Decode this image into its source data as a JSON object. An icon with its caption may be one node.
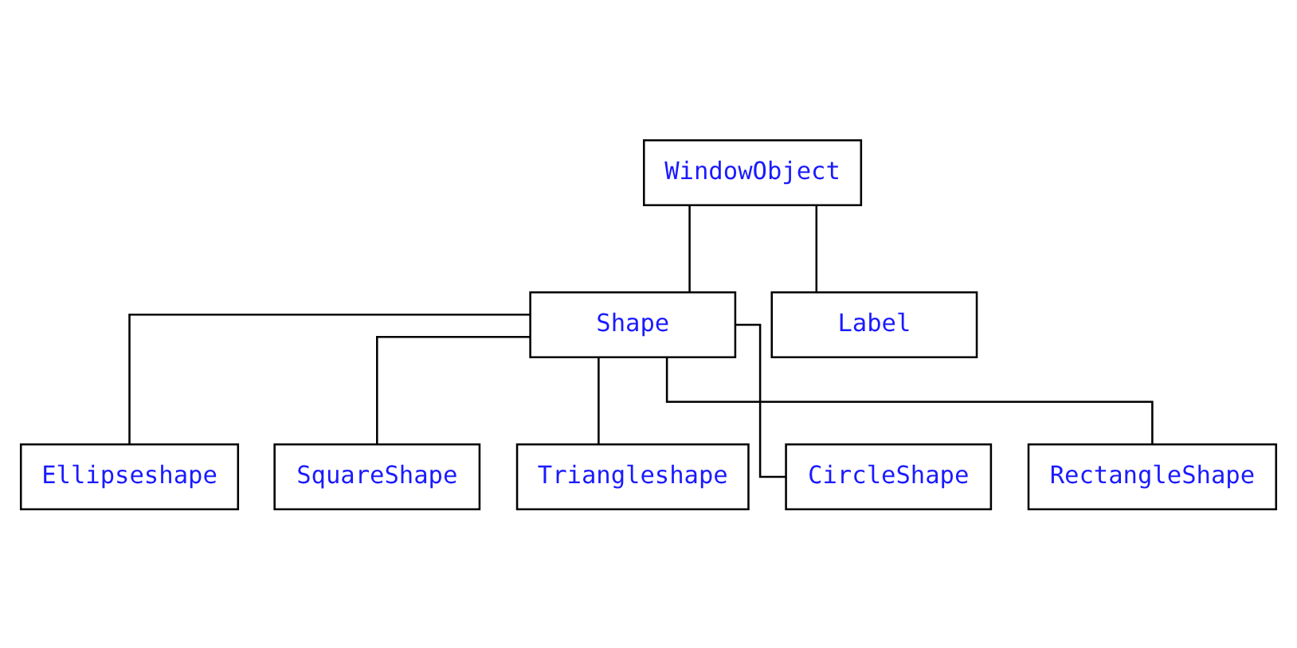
{
  "diagram": {
    "nodes": [
      {
        "text": [
          "WindowObject"
        ]
      },
      {
        "text": [
          "Shape"
        ]
      },
      {
        "text": [
          "Label"
        ]
      },
      {
        "text": [
          "Ellipseshape"
        ]
      },
      {
        "text": [
          "SquareShape"
        ]
      },
      {
        "text": [
          "Triangleshape"
        ]
      },
      {
        "text": [
          "CircleShape"
        ]
      },
      {
        "text": [
          "RectangleShape"
        ]
      }
    ],
    "edges": [
      {
        "from": 0,
        "to": 1,
        "arrow": "none"
      },
      {
        "from": 0,
        "to": 2,
        "arrow": "none"
      },
      {
        "from": 1,
        "to": 3,
        "arrow": "none"
      },
      {
        "from": 1,
        "to": 4,
        "arrow": "none"
      },
      {
        "from": 1,
        "to": 5,
        "arrow": "none"
      },
      {
        "from": 1,
        "to": 6,
        "arrow": "none"
      },
      {
        "from": 1,
        "to": 7,
        "arrow": "none"
      }
    ]
  }
}
